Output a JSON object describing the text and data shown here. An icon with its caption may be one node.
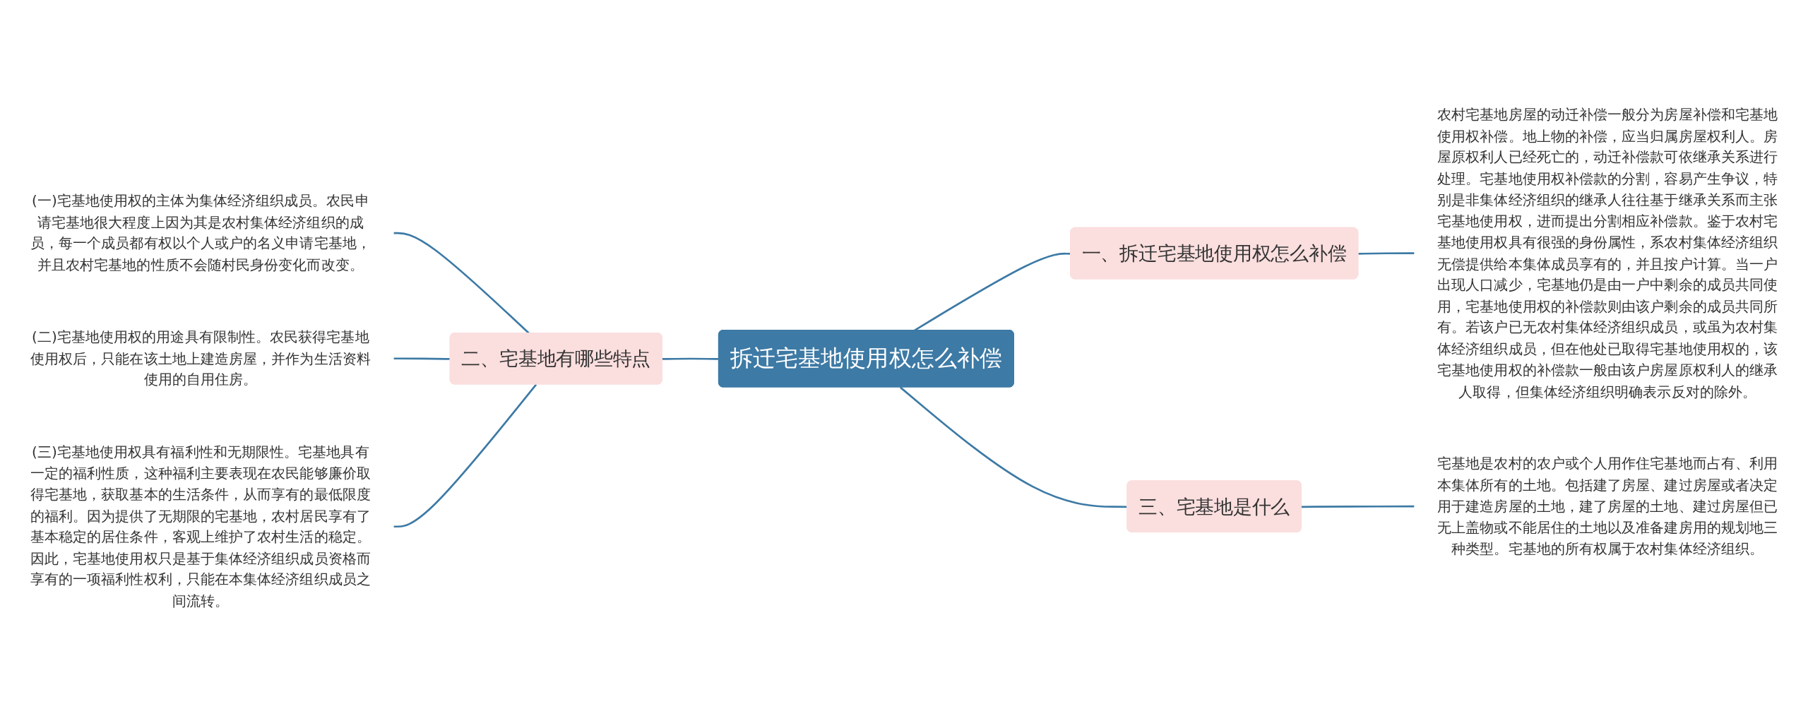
{
  "diagram": {
    "nodes": [
      {
        "text": [
          "拆迁宅基地使用权怎么补偿"
        ]
      },
      {
        "text": [
          "一、拆迁宅基地使用权怎么补偿"
        ]
      },
      {
        "text": [
          "农村宅基地房屋的动迁补偿一般分为房屋补偿和宅基地使用权补偿。地上物的补偿，应当归属房屋权利人。房屋原权利人已经死亡的，动迁补偿款可依继承关系进行处理。宅基地使用权补偿款的分割，容易产生争议，特别是非集体经济组织的继承人往往基于继承关系而主张宅基地使用权，进而提出分割相应补偿款。鉴于农村宅基地使用权具有很强的身份属性，系农村集体经济组织无偿提供给本集体成员享有的，并且按户计算。当一户出现人口减少，宅基地仍是由一户中剩余的成员共同使用，宅基地使用权的补偿款则由该户剩余的成员共同所有。若该户已无农村集体经济组织成员，或虽为农村集体经济组织成员，但在他处已取得宅基地使用权的，该宅基地使用权的补偿款一般由该户房屋原权利人的继承人取得，但集体经济组织明确表示反对的除外。"
        ]
      },
      {
        "text": [
          "三、宅基地是什么"
        ]
      },
      {
        "text": [
          "宅基地是农村的农户或个人用作住宅基地而占有、利用本集体所有的土地。包括建了房屋、建过房屋或者决定用于建造房屋的土地，建了房屋的土地、建过房屋但已无上盖物或不能居住的土地以及准备建房用的规划地三种类型。宅基地的所有权属于农村集体经济组织。"
        ]
      },
      {
        "text": [
          "二、宅基地有哪些特点"
        ]
      },
      {
        "text": [
          "(一)宅基地使用权的主体为集体经济组织成员。农民申请宅基地很大程度上因为其是农村集体经济组织的成员，每一个成员都有权以个人或户的名义申请宅基地，并且农村宅基地的性质不会随村民身份变化而改变。"
        ]
      },
      {
        "text": [
          "(二)宅基地使用权的用途具有限制性。农民获得宅基地使用权后，只能在该土地上建造房屋，并作为生活资料使用的自用住房。"
        ]
      },
      {
        "text": [
          "(三)宅基地使用权具有福利性和无期限性。宅基地具有一定的福利性质，这种福利主要表现在农民能够廉价取得宅基地，获取基本的生活条件，从而享有的最低限度的福利。因为提供了无期限的宅基地，农村居民享有了基本稳定的居住条件，客观上维护了农村生活的稳定。因此，宅基地使用权只是基于集体经济组织成员资格而享有的一项福利性权利，只能在本集体经济组织成员之间流转。"
        ]
      }
    ],
    "edges": [
      {
        "from": 0,
        "to": 1,
        "arrow": "none"
      },
      {
        "from": 1,
        "to": 2,
        "arrow": "none"
      },
      {
        "from": 0,
        "to": 3,
        "arrow": "none"
      },
      {
        "from": 3,
        "to": 4,
        "arrow": "none"
      },
      {
        "from": 5,
        "to": 0,
        "arrow": "none"
      },
      {
        "from": 6,
        "to": 5,
        "arrow": "none"
      },
      {
        "from": 7,
        "to": 5,
        "arrow": "none"
      },
      {
        "from": 8,
        "to": 5,
        "arrow": "none"
      }
    ]
  }
}
